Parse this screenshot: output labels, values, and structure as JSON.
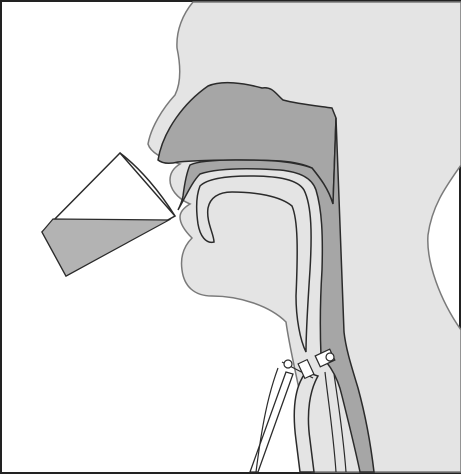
{
  "figure": {
    "colors": {
      "background": "#ffffff",
      "border": "#222222",
      "head_fill": "#e4e4e4",
      "head_outline": "#7a7a7a",
      "cavity_fill": "#a6a6a6",
      "outline_dark": "#2b2b2b",
      "cup_fill": "#ffffff",
      "liquid_fill": "#b3b3b3",
      "tube_fill": "#ffffff"
    },
    "parts": [
      "head-silhouette",
      "nasal-cavity",
      "oral-pharyngeal-passage",
      "drinking-cup",
      "liquid-in-cup",
      "tracheostomy-tube",
      "tube-connector"
    ]
  }
}
